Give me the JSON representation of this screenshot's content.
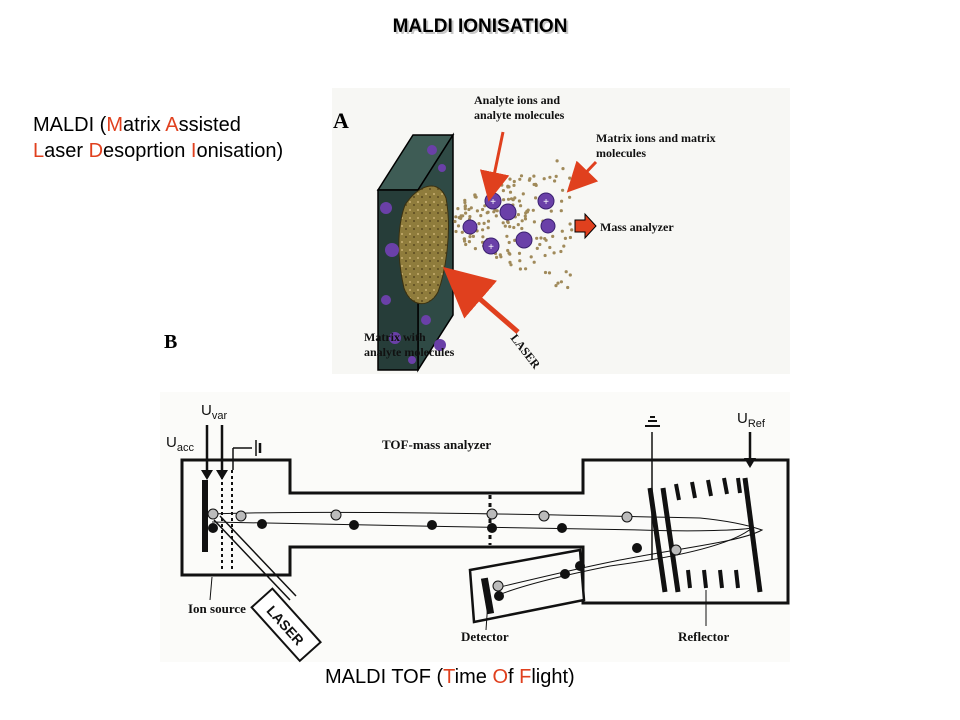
{
  "title": "MALDI IONISATION",
  "caption_top": {
    "line1": [
      {
        "text": "MALDI (",
        "hl": false
      },
      {
        "text": "M",
        "hl": true
      },
      {
        "text": "atrix ",
        "hl": false
      },
      {
        "text": "A",
        "hl": true
      },
      {
        "text": "ssisted",
        "hl": false
      }
    ],
    "line2": [
      {
        "text": "L",
        "hl": true
      },
      {
        "text": "aser ",
        "hl": false
      },
      {
        "text": "D",
        "hl": true
      },
      {
        "text": "esoprtion ",
        "hl": false
      },
      {
        "text": "I",
        "hl": true
      },
      {
        "text": "onisation)",
        "hl": false
      }
    ]
  },
  "caption_bottom": [
    {
      "text": "MALDI TOF (",
      "hl": false
    },
    {
      "text": "T",
      "hl": true
    },
    {
      "text": "ime ",
      "hl": false
    },
    {
      "text": "O",
      "hl": true
    },
    {
      "text": "f ",
      "hl": false
    },
    {
      "text": "F",
      "hl": true
    },
    {
      "text": "light)",
      "hl": false
    }
  ],
  "panel_a": {
    "letter": "A",
    "analyte_ions_line1": "Analyte ions and",
    "analyte_ions_line2": "analyte molecules",
    "matrix_ions_line1": "Matrix ions and matrix",
    "matrix_ions_line2": "molecules",
    "mass_analyzer": "Mass analyzer",
    "matrix_with_line1": "Matrix with",
    "matrix_with_line2": "analyte molecules",
    "laser": "LASER",
    "ion_sign": "+"
  },
  "panel_b": {
    "letter": "B",
    "u_var": "U",
    "u_var_sub": "var",
    "u_acc": "U",
    "u_acc_sub": "acc",
    "u_ref": "U",
    "u_ref_sub": "Ref",
    "tof_label": "TOF-mass analyzer",
    "ion_source": "Ion source",
    "detector": "Detector",
    "reflector": "Reflector",
    "laser": "LASER"
  },
  "colors": {
    "highlight": "#e0401e",
    "arrow_red": "#e0401e",
    "matrix_block": "#2f4a45",
    "analyte_sphere": "#6a40a8",
    "analyte_core": "#8a7a3a",
    "dots": "#a08a5a"
  }
}
